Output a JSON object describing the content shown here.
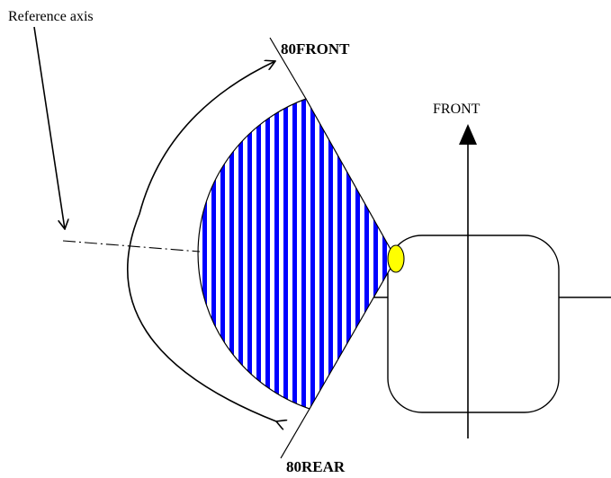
{
  "labels": {
    "reference_axis": "Reference axis",
    "front_limit": "80FRONT",
    "rear_limit": "80REAR",
    "direction": "FRONT"
  },
  "colors": {
    "stripe_blue": "#0000ff",
    "stripe_white": "#ffffff",
    "lamp_fill": "#ffff00",
    "line": "#000000"
  }
}
